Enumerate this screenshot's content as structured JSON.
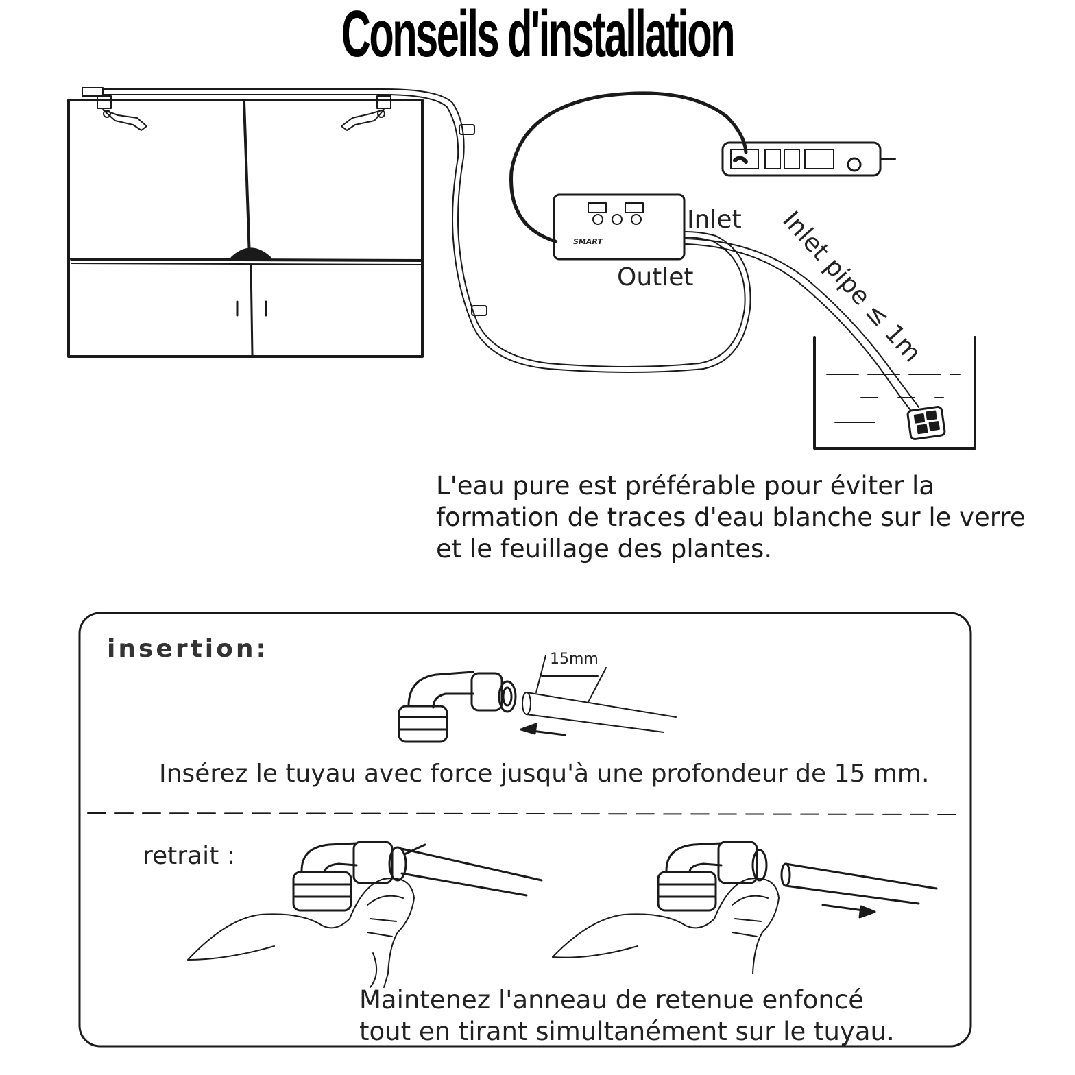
{
  "title": "Conseils d'installation",
  "diagram": {
    "inlet_label": "Inlet",
    "outlet_label": "Outlet",
    "inlet_pipe_label": "Inlet pipe ≤ 1m",
    "device_brand": "SMART",
    "water_note_line1": "L'eau pure est préférable pour éviter la",
    "water_note_line2": "formation de traces d'eau blanche sur le verre",
    "water_note_line3": "et le feuillage des plantes."
  },
  "instructions": {
    "insertion_label": "insertion:",
    "dimension_label": "15mm",
    "insertion_note": "Insérez le tuyau avec force jusqu'à une profondeur de 15 mm.",
    "retrait_label": "retrait :",
    "hold_note_line1": "Maintenez l'anneau de retenue enfoncé",
    "hold_note_line2": "tout en tirant simultanément sur le tuyau."
  },
  "colors": {
    "ink": "#1a1a1a",
    "background": "#ffffff"
  }
}
